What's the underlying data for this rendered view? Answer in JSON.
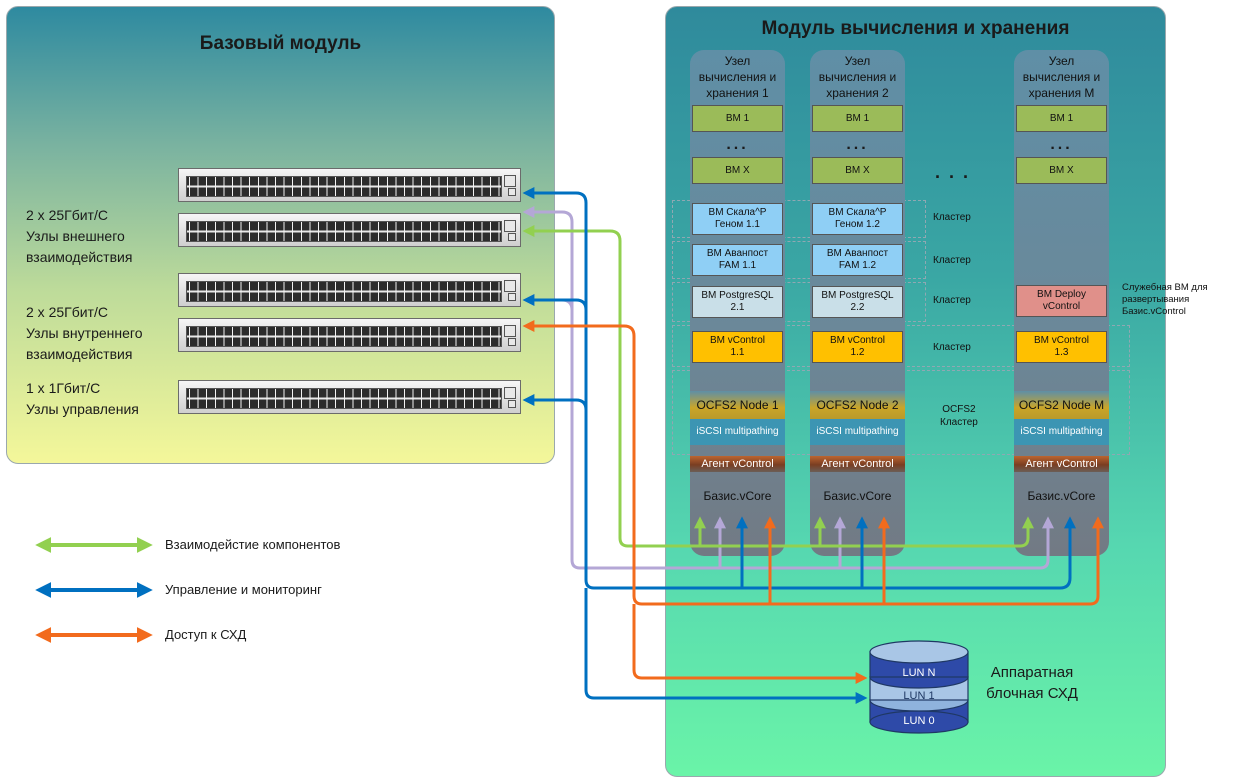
{
  "base_module": {
    "title": "Базовый модуль",
    "groups": [
      {
        "lines": [
          "2 x 25Гбит/С",
          "Узлы внешнего",
          "взаимодействия"
        ]
      },
      {
        "lines": [
          "2 x 25Гбит/С",
          "Узлы внутреннего",
          "взаимодействия"
        ]
      },
      {
        "lines": [
          "1 x 1Гбит/С",
          "Узлы управления"
        ]
      }
    ]
  },
  "compute_module": {
    "title": "Модуль вычисления и хранения",
    "nodes": [
      {
        "header": [
          "Узел",
          "вычисления и",
          "хранения 1"
        ],
        "vm_first": "ВМ 1",
        "vm_last": "ВМ X",
        "dots": "...",
        "skala": [
          "ВМ Скала^Р",
          "Геном 1.1"
        ],
        "avanpost": [
          "ВМ Аванпост",
          "FAM 1.1"
        ],
        "postgres": [
          "ВМ PostgreSQL",
          "2.1"
        ],
        "vcontrol": [
          "ВМ vControl",
          "1.1"
        ],
        "ocfs": "OCFS2 Node 1",
        "iscsi": "iSCSI multipathing",
        "agent": "Агент vControl",
        "vcore": "Базис.vCore"
      },
      {
        "header": [
          "Узел",
          "вычисления и",
          "хранения 2"
        ],
        "vm_first": "ВМ 1",
        "vm_last": "ВМ X",
        "dots": "...",
        "skala": [
          "ВМ Скала^Р",
          "Геном 1.2"
        ],
        "avanpost": [
          "ВМ Аванпост",
          "FAM 1.2"
        ],
        "postgres": [
          "ВМ PostgreSQL",
          "2.2"
        ],
        "vcontrol": [
          "ВМ vControl",
          "1.2"
        ],
        "ocfs": "OCFS2 Node 2",
        "iscsi": "iSCSI multipathing",
        "agent": "Агент vControl",
        "vcore": "Базис.vCore"
      },
      {
        "header": [
          "Узел",
          "вычисления и",
          "хранения M"
        ],
        "vm_first": "ВМ 1",
        "vm_last": "ВМ X",
        "dots": "...",
        "deploy": [
          "ВМ Deploy",
          "vControl"
        ],
        "vcontrol": [
          "ВМ vControl",
          "1.3"
        ],
        "ocfs": "OCFS2 Node M",
        "iscsi": "iSCSI multipathing",
        "agent": "Агент vControl",
        "vcore": "Базис.vCore"
      }
    ],
    "between_dots": ". . .",
    "cluster_label": "Кластер",
    "ocfs_cluster_label": [
      "OCFS2",
      "Кластер"
    ],
    "deploy_note": [
      "Служебная ВМ для",
      "развертывания",
      "Базис.vControl"
    ]
  },
  "storage": {
    "luns": [
      "LUN N",
      "LUN 1",
      "LUN 0"
    ],
    "label": [
      "Аппаратная",
      "блочная СХД"
    ]
  },
  "legend": [
    {
      "label": "Взаимодейстие компонентов",
      "color": "#92d050"
    },
    {
      "label": "Управление и мониторинг",
      "color": "#0070c0"
    },
    {
      "label": "Доступ к СХД",
      "color": "#f26b1d"
    }
  ],
  "colors": {
    "green": "#92d050",
    "blue": "#0070c0",
    "lilac": "#b4a7d6",
    "orange": "#f26b1d"
  }
}
